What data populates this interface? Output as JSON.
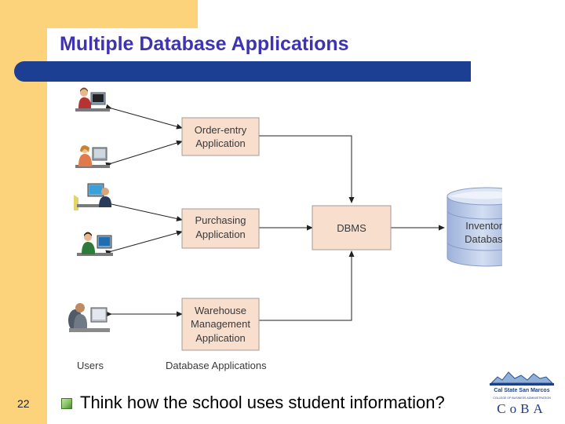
{
  "slide": {
    "title": "Multiple Database Applications",
    "number": "22",
    "bullet": "Think how the school uses student information?"
  },
  "diagram": {
    "applications": [
      {
        "lines": [
          "Order-entry",
          "Application"
        ]
      },
      {
        "lines": [
          "Purchasing",
          "Application"
        ]
      },
      {
        "lines": [
          "Warehouse",
          "Management",
          "Application"
        ]
      }
    ],
    "dbms_label": "DBMS",
    "database_lines": [
      "Inventory",
      "Database"
    ],
    "users_label": "Users",
    "applications_label": "Database Applications"
  },
  "logo": {
    "university": "Cal State San Marcos",
    "college_line": "COLLEGE OF BUSINESS ADMINISTRATION",
    "wordmark": "CoBA"
  },
  "colors": {
    "gold": "#fcd27a",
    "title_blue": "#3e33b2",
    "bar_navy": "#1c3f94",
    "box_fill": "#f8decd",
    "box_border": "#a89a94",
    "cylinder_blue": "#b9c8e6"
  }
}
